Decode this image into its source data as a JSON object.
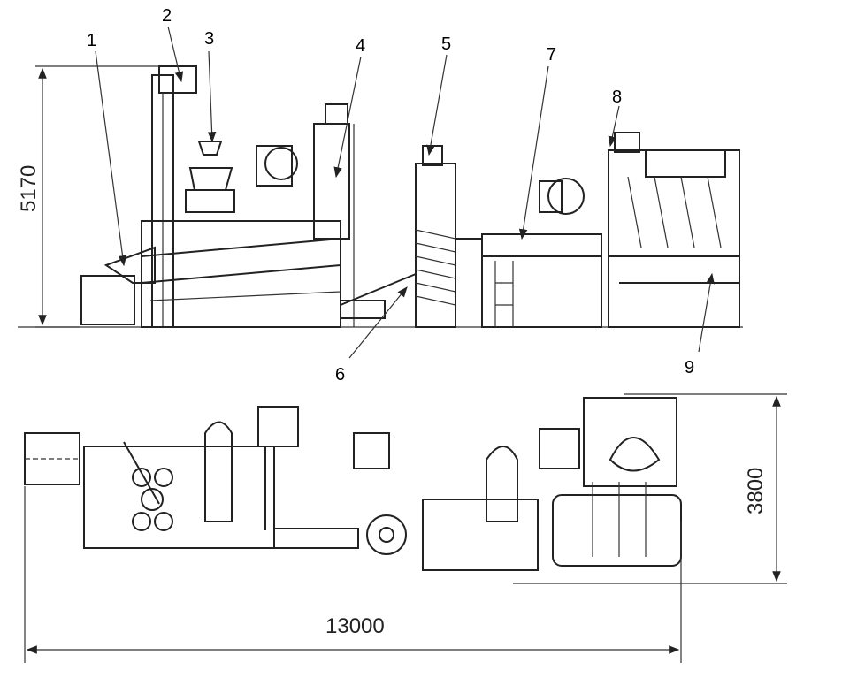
{
  "callouts": [
    "1",
    "2",
    "3",
    "4",
    "5",
    "6",
    "7",
    "8",
    "9"
  ],
  "dimensions": {
    "height_side_view": "5170",
    "width_top_view": "3800",
    "total_length": "13000"
  }
}
